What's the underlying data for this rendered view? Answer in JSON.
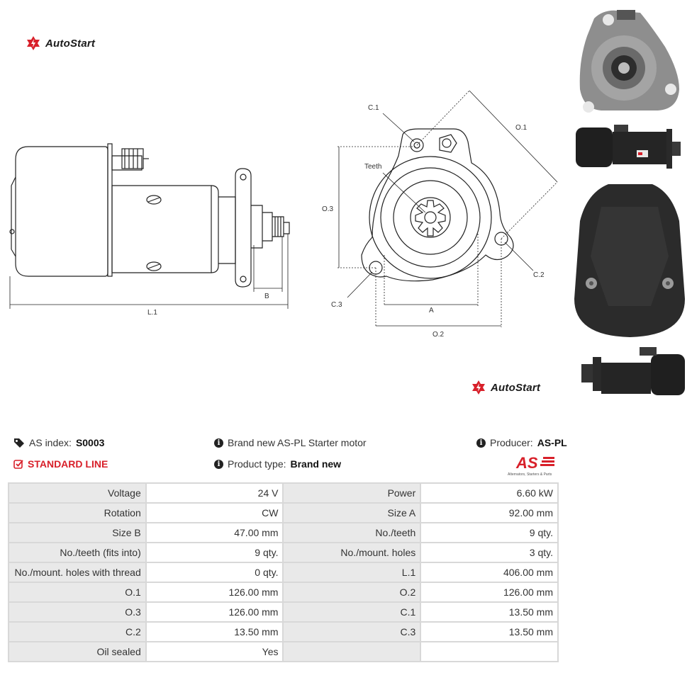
{
  "brand": {
    "logo_text": "AutoStart",
    "logo_text_bottom": "AutoStart"
  },
  "drawing": {
    "labels": {
      "b": "B",
      "l1": "L.1",
      "c1": "C.1",
      "teeth": "Teeth",
      "o1": "O.1",
      "o3": "O.3",
      "c2": "C.2",
      "c3": "C.3",
      "a": "A",
      "o2": "O.2"
    }
  },
  "info": {
    "as_index_label": "AS index:",
    "as_index_value": "S0003",
    "standard_line": "STANDARD LINE",
    "description": "Brand new AS-PL Starter motor",
    "product_type_label": "Product type:",
    "product_type_value": "Brand new",
    "producer_label": "Producer:",
    "producer_value": "AS-PL",
    "producer_logo_text": "AS",
    "producer_logo_caption": "Alternators, Starters & Parts"
  },
  "specs": [
    {
      "l1": "Voltage",
      "v1": "24 V",
      "l2": "Power",
      "v2": "6.60 kW"
    },
    {
      "l1": "Rotation",
      "v1": "CW",
      "l2": "Size A",
      "v2": "92.00 mm"
    },
    {
      "l1": "Size B",
      "v1": "47.00 mm",
      "l2": "No./teeth",
      "v2": "9 qty."
    },
    {
      "l1": "No./teeth (fits into)",
      "v1": "9 qty.",
      "l2": "No./mount. holes",
      "v2": "3 qty."
    },
    {
      "l1": "No./mount. holes with thread",
      "v1": "0 qty.",
      "l2": "L.1",
      "v2": "406.00 mm"
    },
    {
      "l1": "O.1",
      "v1": "126.00 mm",
      "l2": "O.2",
      "v2": "126.00 mm"
    },
    {
      "l1": "O.3",
      "v1": "126.00 mm",
      "l2": "C.1",
      "v2": "13.50 mm"
    },
    {
      "l1": "C.2",
      "v1": "13.50 mm",
      "l2": "C.3",
      "v2": "13.50 mm"
    },
    {
      "l1": "Oil sealed",
      "v1": "Yes",
      "l2": "",
      "v2": ""
    }
  ]
}
